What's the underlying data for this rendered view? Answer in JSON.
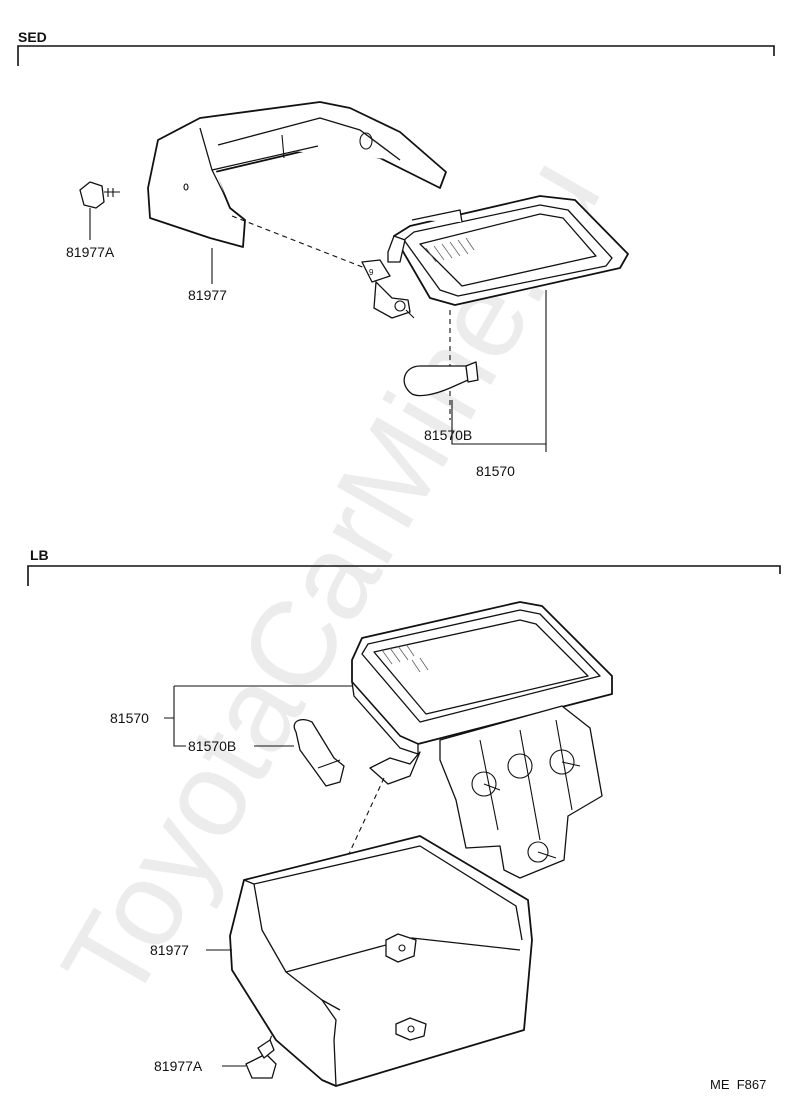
{
  "watermark": "ToyotaCarMine.ru",
  "sections": {
    "sed": {
      "title": "SED"
    },
    "lb": {
      "title": "LB"
    }
  },
  "labels": {
    "sed_cover": "81977",
    "sed_clip": "81977A",
    "sed_bulb": "81570B",
    "sed_lamp": "81570",
    "lb_lamp": "81570",
    "lb_bulb": "81570B",
    "lb_cover": "81977",
    "lb_clip": "81977A"
  },
  "figure_code": "ME  F867"
}
